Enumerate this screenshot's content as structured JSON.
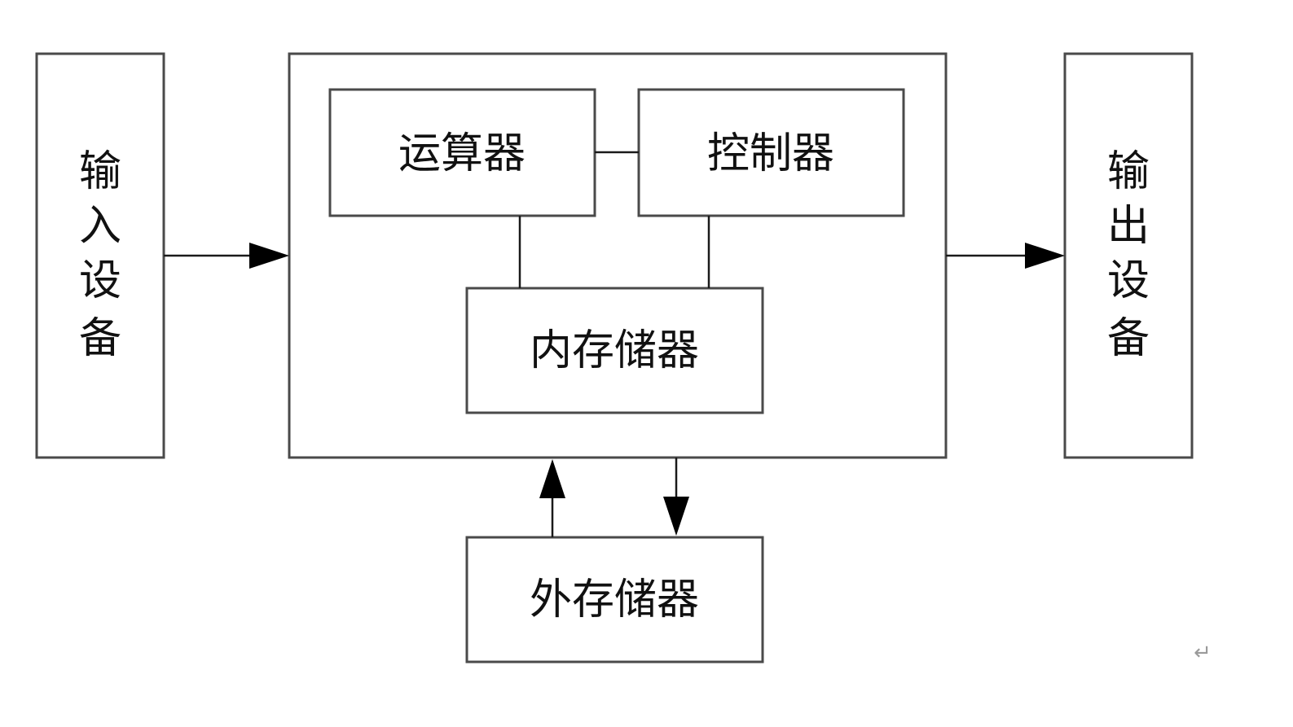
{
  "diagram": {
    "input_device": {
      "chars": [
        "输",
        "入",
        "设",
        "备"
      ]
    },
    "output_device": {
      "chars": [
        "输",
        "出",
        "设",
        "备"
      ]
    },
    "alu": {
      "label": "运算器"
    },
    "controller": {
      "label": "控制器"
    },
    "internal_memory": {
      "label": "内存储器"
    },
    "external_memory": {
      "label": "外存储器"
    },
    "paragraph_mark": "↵"
  },
  "colors": {
    "box_stroke": "#4a4a4a",
    "line": "#1a1a1a",
    "arrow": "#000000",
    "text": "#111111",
    "background": "#ffffff"
  }
}
